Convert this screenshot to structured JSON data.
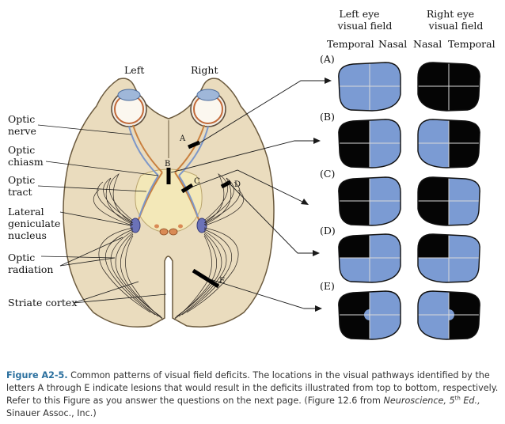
{
  "header": {
    "left_eye_line1": "Left eye",
    "left_eye_line2": "visual field",
    "right_eye_line1": "Right eye",
    "right_eye_line2": "visual field",
    "col_temporal_left": "Temporal",
    "col_nasal_left": "Nasal",
    "col_nasal_right": "Nasal",
    "col_temporal_right": "Temporal"
  },
  "brain": {
    "left_label": "Left",
    "right_label": "Right"
  },
  "structure_labels": {
    "optic_nerve_1": "Optic",
    "optic_nerve_2": "nerve",
    "optic_chiasm_1": "Optic",
    "optic_chiasm_2": "chiasm",
    "optic_tract_1": "Optic",
    "optic_tract_2": "tract",
    "lgn_1": "Lateral",
    "lgn_2": "geniculate",
    "lgn_3": "nucleus",
    "optic_radiation_1": "Optic",
    "optic_radiation_2": "radiation",
    "striate_cortex": "Striate cortex"
  },
  "lesions": {
    "a": "A",
    "b": "B",
    "c": "C",
    "d": "D",
    "e": "E"
  },
  "rows": [
    {
      "label": "(A)",
      "left": "blank",
      "right": "black"
    },
    {
      "label": "(B)",
      "left": "temporal",
      "right": "temporal"
    },
    {
      "label": "(C)",
      "left": "temporal",
      "right": "nasal"
    },
    {
      "label": "(D)",
      "left": "upper-temporal",
      "right": "upper-nasal"
    },
    {
      "label": "(E)",
      "left": "sparing",
      "right": "sparing"
    }
  ],
  "colors": {
    "field_blue": "#7b9bd3",
    "field_black": "#050505",
    "brain_tan": "#eadcbe",
    "highlight_yellow": "#f3e8b8"
  },
  "caption": {
    "label": "Figure A2-5.",
    "text_1": " Common patterns of visual field deficits. The locations in the visual pathways identified by the letters A through E indicate lesions that would result in the deficits illustrated from top to bottom, respectively. Refer to this Figure as you answer the questions on the next page. (Figure 12.6 from ",
    "book": "Neuroscience, ",
    "edition_num": "5",
    "edition_sup": "th",
    "edition_rest": " Ed.,",
    "text_2": " Sinauer Assoc., Inc.)"
  }
}
